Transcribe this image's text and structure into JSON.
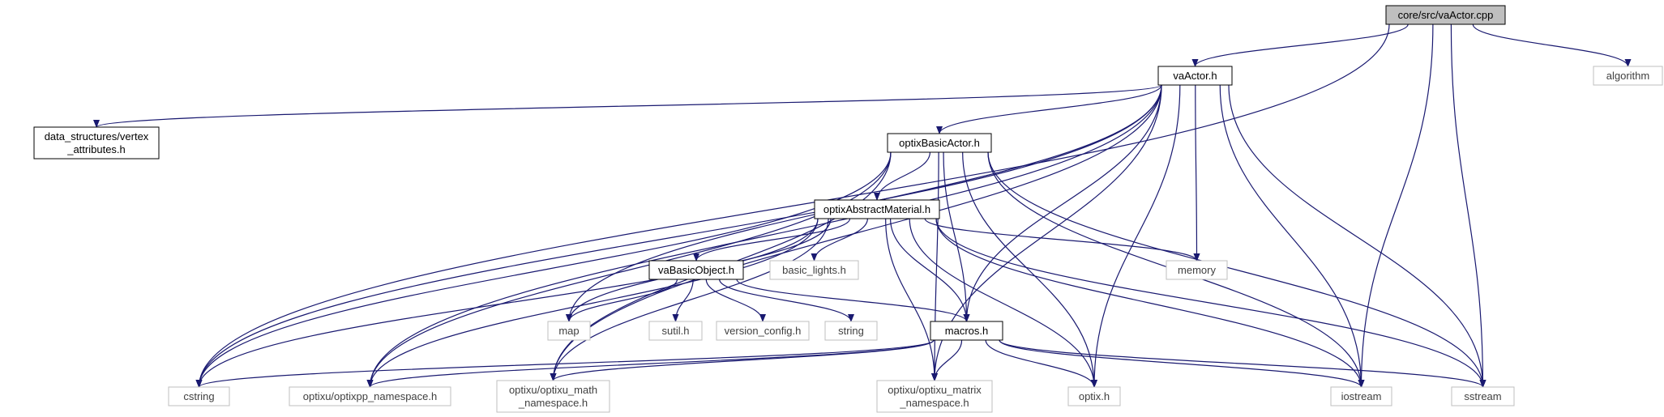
{
  "colors": {
    "edge": "#191970",
    "root_fill": "#bfbfbf",
    "documented_border": "#000000",
    "external_border": "#bfbfbf",
    "external_text": "#404040",
    "documented_text": "#000000"
  },
  "nodes": [
    {
      "id": "root",
      "lines": [
        "core/src/vaActor.cpp"
      ],
      "kind": "root"
    },
    {
      "id": "vaActor",
      "lines": [
        "vaActor.h"
      ],
      "kind": "documented"
    },
    {
      "id": "algorithm",
      "lines": [
        "algorithm"
      ],
      "kind": "external"
    },
    {
      "id": "vertex",
      "lines": [
        "data_structures/vertex",
        "_attributes.h"
      ],
      "kind": "documented"
    },
    {
      "id": "optixBasicActor",
      "lines": [
        "optixBasicActor.h"
      ],
      "kind": "documented"
    },
    {
      "id": "optixAbstractMaterial",
      "lines": [
        "optixAbstractMaterial.h"
      ],
      "kind": "documented"
    },
    {
      "id": "vaBasicObject",
      "lines": [
        "vaBasicObject.h"
      ],
      "kind": "documented"
    },
    {
      "id": "basic_lights",
      "lines": [
        "basic_lights.h"
      ],
      "kind": "external"
    },
    {
      "id": "memory",
      "lines": [
        "memory"
      ],
      "kind": "external"
    },
    {
      "id": "map",
      "lines": [
        "map"
      ],
      "kind": "external"
    },
    {
      "id": "sutil",
      "lines": [
        "sutil.h"
      ],
      "kind": "external"
    },
    {
      "id": "version_config",
      "lines": [
        "version_config.h"
      ],
      "kind": "external"
    },
    {
      "id": "string",
      "lines": [
        "string"
      ],
      "kind": "external"
    },
    {
      "id": "macros",
      "lines": [
        "macros.h"
      ],
      "kind": "documented"
    },
    {
      "id": "cstring",
      "lines": [
        "cstring"
      ],
      "kind": "external"
    },
    {
      "id": "optixpp",
      "lines": [
        "optixu/optixpp_namespace.h"
      ],
      "kind": "external"
    },
    {
      "id": "optixu_math",
      "lines": [
        "optixu/optixu_math",
        "_namespace.h"
      ],
      "kind": "external"
    },
    {
      "id": "optixu_matrix",
      "lines": [
        "optixu/optixu_matrix",
        "_namespace.h"
      ],
      "kind": "external"
    },
    {
      "id": "optix",
      "lines": [
        "optix.h"
      ],
      "kind": "external"
    },
    {
      "id": "iostream",
      "lines": [
        "iostream"
      ],
      "kind": "external"
    },
    {
      "id": "sstream",
      "lines": [
        "sstream"
      ],
      "kind": "external"
    }
  ],
  "edges": [
    [
      "root",
      "vaActor"
    ],
    [
      "root",
      "algorithm"
    ],
    [
      "root",
      "cstring"
    ],
    [
      "root",
      "iostream"
    ],
    [
      "root",
      "sstream"
    ],
    [
      "vaActor",
      "vertex"
    ],
    [
      "vaActor",
      "optixBasicActor"
    ],
    [
      "vaActor",
      "memory"
    ],
    [
      "vaActor",
      "macros"
    ],
    [
      "vaActor",
      "cstring"
    ],
    [
      "vaActor",
      "optixpp"
    ],
    [
      "vaActor",
      "optixu_math"
    ],
    [
      "vaActor",
      "optixu_matrix"
    ],
    [
      "vaActor",
      "optix"
    ],
    [
      "vaActor",
      "iostream"
    ],
    [
      "vaActor",
      "sstream"
    ],
    [
      "vaActor",
      "map"
    ],
    [
      "optixBasicActor",
      "optixAbstractMaterial"
    ],
    [
      "optixBasicActor",
      "macros"
    ],
    [
      "optixBasicActor",
      "cstring"
    ],
    [
      "optixBasicActor",
      "optixpp"
    ],
    [
      "optixBasicActor",
      "optixu_math"
    ],
    [
      "optixBasicActor",
      "optixu_matrix"
    ],
    [
      "optixBasicActor",
      "optix"
    ],
    [
      "optixBasicActor",
      "iostream"
    ],
    [
      "optixBasicActor",
      "sstream"
    ],
    [
      "optixAbstractMaterial",
      "vaBasicObject"
    ],
    [
      "optixAbstractMaterial",
      "basic_lights"
    ],
    [
      "optixAbstractMaterial",
      "memory"
    ],
    [
      "optixAbstractMaterial",
      "map"
    ],
    [
      "optixAbstractMaterial",
      "macros"
    ],
    [
      "optixAbstractMaterial",
      "cstring"
    ],
    [
      "optixAbstractMaterial",
      "optixpp"
    ],
    [
      "optixAbstractMaterial",
      "optixu_math"
    ],
    [
      "optixAbstractMaterial",
      "optixu_matrix"
    ],
    [
      "optixAbstractMaterial",
      "optix"
    ],
    [
      "optixAbstractMaterial",
      "iostream"
    ],
    [
      "optixAbstractMaterial",
      "sstream"
    ],
    [
      "vaBasicObject",
      "map"
    ],
    [
      "vaBasicObject",
      "sutil"
    ],
    [
      "vaBasicObject",
      "version_config"
    ],
    [
      "vaBasicObject",
      "string"
    ],
    [
      "vaBasicObject",
      "macros"
    ],
    [
      "macros",
      "cstring"
    ],
    [
      "macros",
      "optixpp"
    ],
    [
      "macros",
      "optixu_math"
    ],
    [
      "macros",
      "optixu_matrix"
    ],
    [
      "macros",
      "optix"
    ],
    [
      "macros",
      "iostream"
    ],
    [
      "macros",
      "sstream"
    ]
  ]
}
